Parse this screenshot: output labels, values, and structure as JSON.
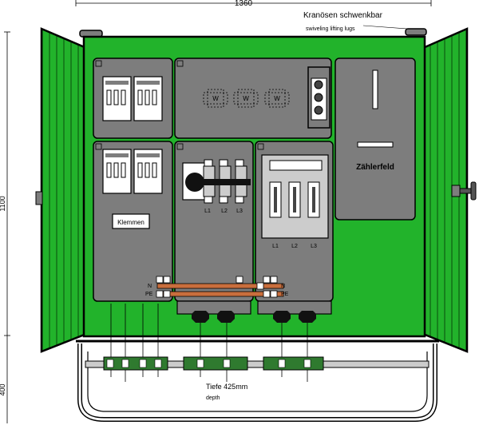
{
  "dimensions": {
    "width": "1360",
    "height": "1100",
    "stand_height": "400"
  },
  "annotations": {
    "lifting_lugs_de": "Kranösen schwenkbar",
    "lifting_lugs_en": "swiveling lifting lugs",
    "depth_de": "Tiefe 425mm",
    "depth_en": "depth"
  },
  "panels": {
    "meter_field": "Zählerfeld",
    "terminals": "Klemmen",
    "fuse_marks": [
      "W",
      "W",
      "W"
    ]
  },
  "phases": {
    "switch": [
      "L1",
      "L2",
      "L3"
    ],
    "fuse_base": [
      "L1",
      "L2",
      "L3"
    ]
  },
  "busbar_labels": {
    "neutral": "N",
    "protective_earth": "PE"
  },
  "colors": {
    "enclosure_green": "#22b32b",
    "module_gray": "#7d7d7d",
    "copper_bar": "#c96e3d",
    "terminal_green": "#2f7a2f"
  }
}
